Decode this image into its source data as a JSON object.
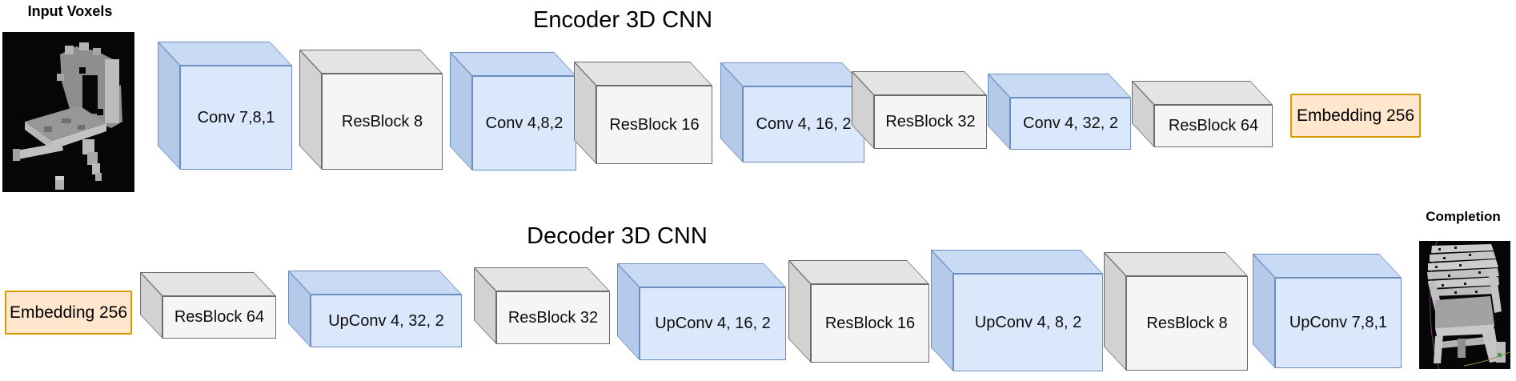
{
  "encoder": {
    "title": "Encoder 3D CNN",
    "input_label": "Input Voxels",
    "boxes": [
      {
        "label": "Conv 7,8,1",
        "type": "conv"
      },
      {
        "label": "ResBlock 8",
        "type": "resblock"
      },
      {
        "label": "Conv 4,8,2",
        "type": "conv"
      },
      {
        "label": "ResBlock 16",
        "type": "resblock"
      },
      {
        "label": "Conv 4, 16, 2",
        "type": "conv"
      },
      {
        "label": "ResBlock 32",
        "type": "resblock"
      },
      {
        "label": "Conv 4, 32, 2",
        "type": "conv"
      },
      {
        "label": "ResBlock 64",
        "type": "resblock"
      }
    ],
    "output_badge": "Embedding 256"
  },
  "decoder": {
    "title": "Decoder 3D CNN",
    "input_badge": "Embedding 256",
    "boxes": [
      {
        "label": "ResBlock 64",
        "type": "resblock"
      },
      {
        "label": "UpConv 4, 32, 2",
        "type": "upconv"
      },
      {
        "label": "ResBlock 32",
        "type": "resblock"
      },
      {
        "label": "UpConv 4, 16, 2",
        "type": "upconv"
      },
      {
        "label": "ResBlock 16",
        "type": "resblock"
      },
      {
        "label": "UpConv 4, 8, 2",
        "type": "upconv"
      },
      {
        "label": "ResBlock 8",
        "type": "resblock"
      },
      {
        "label": "UpConv 7,8,1",
        "type": "upconv"
      }
    ],
    "output_label": "Completion"
  },
  "colors": {
    "conv_fill": "#dbe8fb",
    "conv_top": "#c9dbf4",
    "conv_side": "#b5c9e8",
    "conv_stroke": "#6c8ebf",
    "resblock_fill": "#f5f5f5",
    "resblock_top": "#e4e4e4",
    "resblock_side": "#d2d2d2",
    "resblock_stroke": "#6b6b6b",
    "badge_fill": "#ffe6cc",
    "badge_stroke": "#d79b00"
  }
}
